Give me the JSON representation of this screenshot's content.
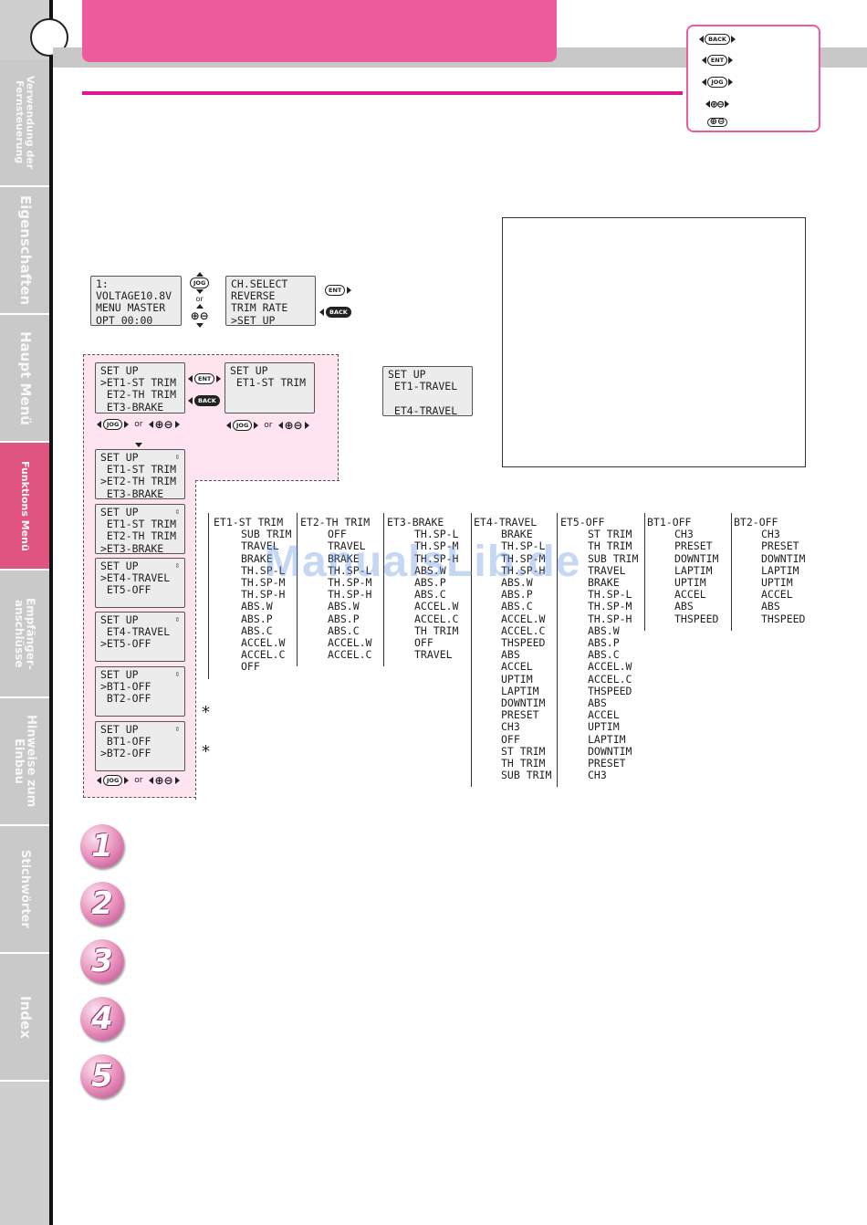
{
  "sidebar": {
    "tabs": [
      {
        "label": "Verwendung der\nFernsteuerung",
        "active": false
      },
      {
        "label": "Eigenschaften",
        "active": false
      },
      {
        "label": "Haupt Menü",
        "active": false
      },
      {
        "label": "Funktions Menü",
        "active": true
      },
      {
        "label": "Empfänger-\nanschlüsse",
        "active": false
      },
      {
        "label": "Hinweise zum\nEinbau",
        "active": false
      },
      {
        "label": "Stichwörter",
        "active": false
      },
      {
        "label": "Index",
        "active": false
      }
    ]
  },
  "legend": {
    "buttons": [
      "BACK",
      "ENT",
      "JOG",
      "+/-"
    ]
  },
  "controls": {
    "jog": "JOG",
    "ent": "ENT",
    "back": "BACK",
    "or": "or",
    "plusminus": "⊕⊖"
  },
  "screens": {
    "home": [
      "1:",
      "VOLTAGE10.8V",
      "MENU MASTER",
      "OPT 00:00"
    ],
    "menu": [
      "CH.SELECT",
      "REVERSE",
      "TRIM RATE",
      ">SET UP"
    ],
    "setup_a": [
      "SET UP",
      ">ET1-ST TRIM",
      " ET2-TH TRIM",
      " ET3-BRAKE"
    ],
    "setup_detail": [
      "SET UP",
      " ET1-ST TRIM",
      "",
      ""
    ],
    "setup_b": [
      "SET UP",
      " ET1-ST TRIM",
      ">ET2-TH TRIM",
      " ET3-BRAKE"
    ],
    "setup_c": [
      "SET UP",
      " ET1-ST TRIM",
      " ET2-TH TRIM",
      ">ET3-BRAKE"
    ],
    "setup_d": [
      "SET UP",
      ">ET4-TRAVEL",
      " ET5-OFF",
      ""
    ],
    "setup_e": [
      "SET UP",
      " ET4-TRAVEL",
      ">ET5-OFF",
      ""
    ],
    "setup_f": [
      "SET UP",
      ">BT1-OFF",
      " BT2-OFF",
      ""
    ],
    "setup_g": [
      "SET UP",
      " BT1-OFF",
      ">BT2-OFF",
      ""
    ],
    "example": [
      "SET UP",
      " ET1-TRAVEL",
      "",
      " ET4-TRAVEL"
    ]
  },
  "trees": [
    {
      "head": "ET1-ST TRIM",
      "items": [
        "SUB TRIM",
        "TRAVEL",
        "BRAKE",
        "TH.SP-L",
        "TH.SP-M",
        "TH.SP-H",
        "ABS.W",
        "ABS.P",
        "ABS.C",
        "ACCEL.W",
        "ACCEL.C",
        "OFF"
      ]
    },
    {
      "head": "ET2-TH TRIM",
      "items": [
        "OFF",
        "TRAVEL",
        "BRAKE",
        "TH.SP-L",
        "TH.SP-M",
        "TH.SP-H",
        "ABS.W",
        "ABS.P",
        "ABS.C",
        "ACCEL.W",
        "ACCEL.C"
      ]
    },
    {
      "head": "ET3-BRAKE",
      "items": [
        "TH.SP-L",
        "TH.SP-M",
        "TH.SP-H",
        "ABS.W",
        "ABS.P",
        "ABS.C",
        "ACCEL.W",
        "ACCEL.C",
        "TH TRIM",
        "OFF",
        "TRAVEL"
      ]
    },
    {
      "head": "ET4-TRAVEL",
      "items": [
        "BRAKE",
        "TH.SP-L",
        "TH.SP-M",
        "TH.SP-H",
        "ABS.W",
        "ABS.P",
        "ABS.C",
        "ACCEL.W",
        "ACCEL.C",
        "THSPEED",
        "ABS",
        "ACCEL",
        "UPTIM",
        "LAPTIM",
        "DOWNTIM",
        "PRESET",
        "CH3",
        "OFF",
        "ST TRIM",
        "TH TRIM",
        "SUB TRIM"
      ]
    },
    {
      "head": "ET5-OFF",
      "items": [
        "ST TRIM",
        "TH TRIM",
        "SUB TRIM",
        "TRAVEL",
        "BRAKE",
        "TH.SP-L",
        "TH.SP-M",
        "TH.SP-H",
        "ABS.W",
        "ABS.P",
        "ABS.C",
        "ACCEL.W",
        "ACCEL.C",
        "THSPEED",
        "ABS",
        "ACCEL",
        "UPTIM",
        "LAPTIM",
        "DOWNTIM",
        "PRESET",
        "CH3"
      ]
    },
    {
      "head": "BT1-OFF",
      "items": [
        "CH3",
        "PRESET",
        "DOWNTIM",
        "LAPTIM",
        "UPTIM",
        "ACCEL",
        "ABS",
        "THSPEED"
      ]
    },
    {
      "head": "BT2-OFF",
      "items": [
        "CH3",
        "PRESET",
        "DOWNTIM",
        "LAPTIM",
        "UPTIM",
        "ACCEL",
        "ABS",
        "THSPEED"
      ]
    }
  ],
  "asterisk": "*",
  "watermark": "ManualsLib.de",
  "steps": [
    "1",
    "2",
    "3",
    "4",
    "5"
  ]
}
